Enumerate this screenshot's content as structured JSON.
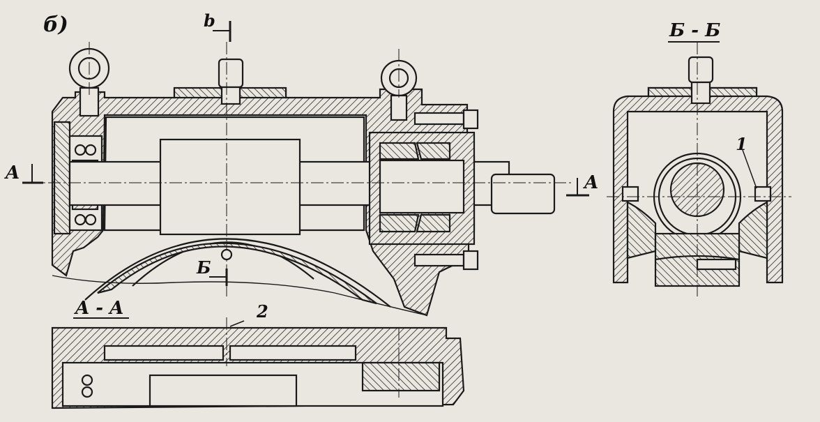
{
  "labels": {
    "panel": "б)",
    "section_b_mark": "Б",
    "section_b_mark_top": "b",
    "section_a_left": "A",
    "section_a_right": "A",
    "view_aa": "A - A",
    "view_bb": "Б - Б",
    "callout_1": "1",
    "callout_2": "2"
  },
  "colors": {
    "ink": "#1a1a1a",
    "paper": "#e9e7e0",
    "hatch": "#2a2a2a"
  }
}
